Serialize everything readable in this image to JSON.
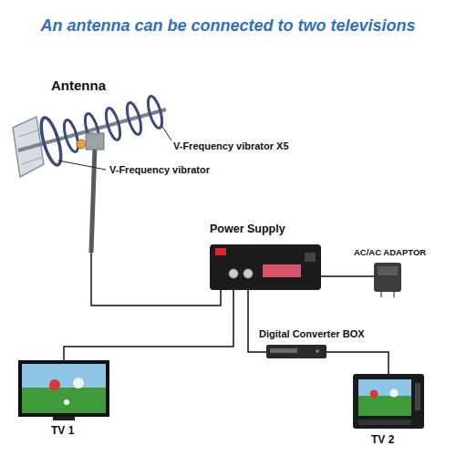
{
  "diagram": {
    "title": "An antenna can be connected to two televisions",
    "nodes": [
      {
        "text": [
          "Antenna"
        ]
      },
      {
        "text": [
          "Power Supply"
        ]
      },
      {
        "text": [
          "AC/AC ADAPTOR"
        ]
      },
      {
        "text": [
          "Digital Converter BOX"
        ]
      },
      {
        "text": [
          "TV 1"
        ]
      },
      {
        "text": [
          "TV 2"
        ]
      }
    ],
    "edges": [
      {
        "from": 0,
        "to": 1,
        "arrow": "none"
      },
      {
        "from": 1,
        "to": 2,
        "arrow": "none"
      },
      {
        "from": 1,
        "to": 3,
        "arrow": "none"
      },
      {
        "from": 1,
        "to": 4,
        "arrow": "none"
      },
      {
        "from": 3,
        "to": 5,
        "arrow": "none"
      }
    ],
    "labels": [
      "V-Frequency vibrator X5",
      "V-Frequency vibrator"
    ]
  }
}
